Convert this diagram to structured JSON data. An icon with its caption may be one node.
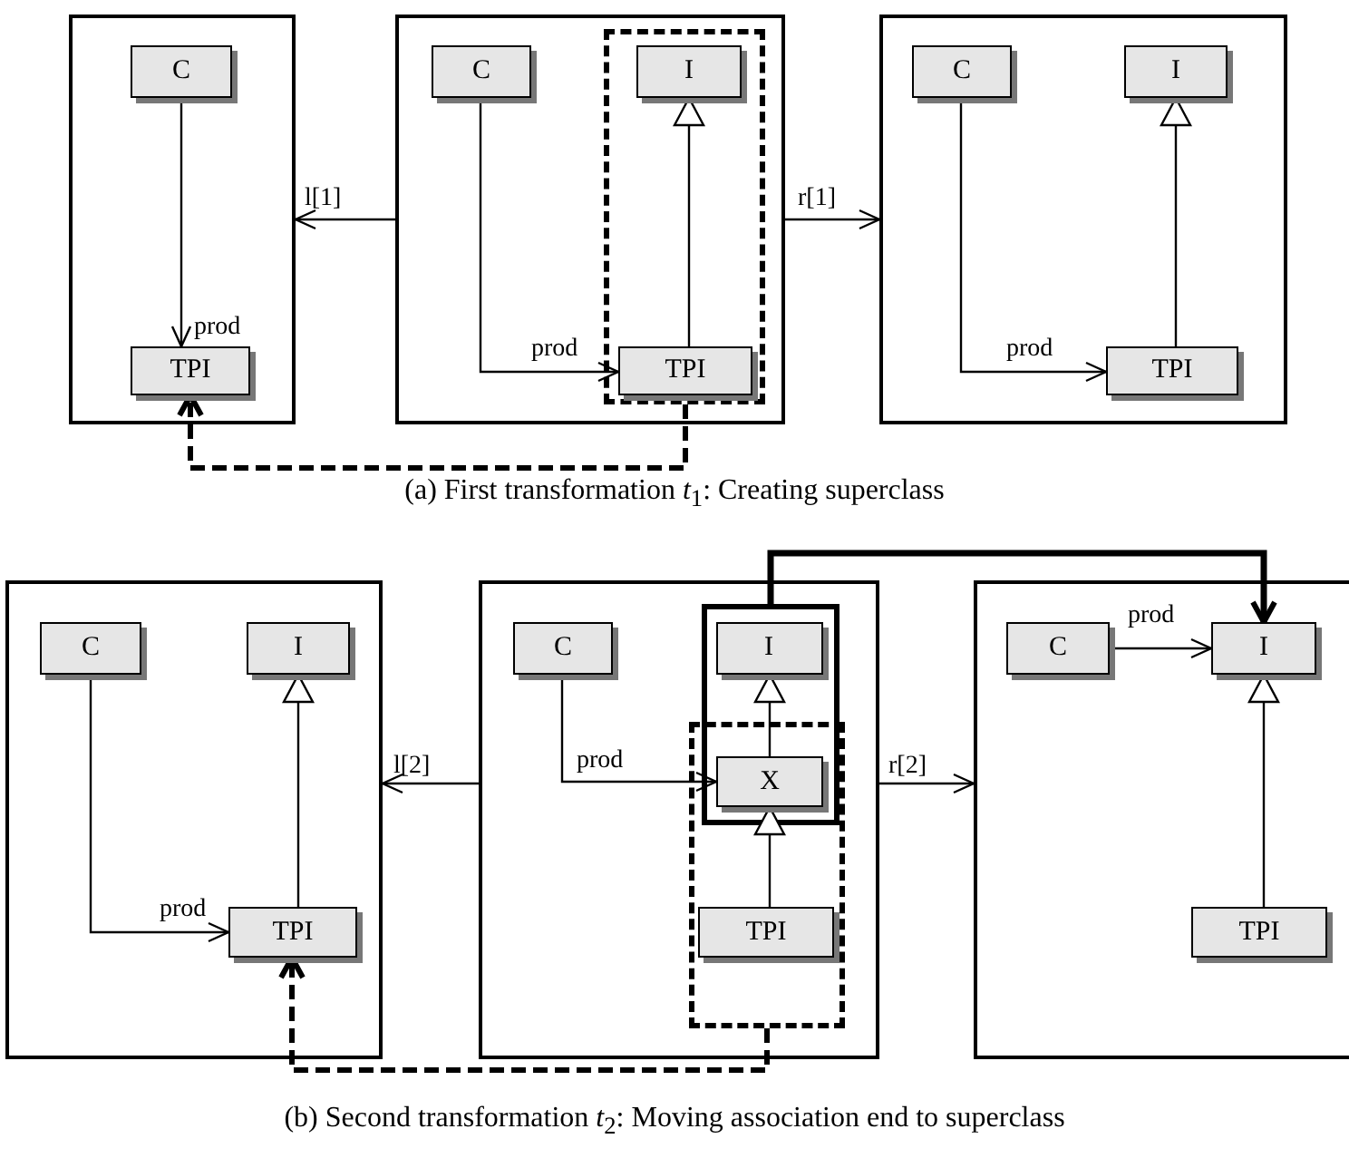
{
  "diagram": {
    "nodes": [
      {
        "text": [],
        "shape": "box"
      },
      {
        "text": [
          "C"
        ],
        "in": 0
      },
      {
        "text": [
          "TPI"
        ],
        "in": 0
      },
      {
        "text": [],
        "shape": "box"
      },
      {
        "text": [
          "C"
        ],
        "in": 3
      },
      {
        "text": [],
        "shape": "box",
        "in": 3
      },
      {
        "text": [
          "I"
        ],
        "in": 5
      },
      {
        "text": [
          "TPI"
        ],
        "in": 5
      },
      {
        "text": [],
        "shape": "box"
      },
      {
        "text": [
          "C"
        ],
        "in": 8
      },
      {
        "text": [
          "I"
        ],
        "in": 8
      },
      {
        "text": [
          "TPI"
        ],
        "in": 8
      },
      {
        "text": [],
        "shape": "box"
      },
      {
        "text": [
          "C"
        ],
        "in": 12
      },
      {
        "text": [
          "I"
        ],
        "in": 12
      },
      {
        "text": [
          "TPI"
        ],
        "in": 12
      },
      {
        "text": [],
        "shape": "box"
      },
      {
        "text": [
          "C"
        ],
        "in": 16
      },
      {
        "text": [],
        "shape": "box",
        "in": 16
      },
      {
        "text": [
          "I"
        ],
        "in": 18
      },
      {
        "text": [],
        "shape": "box",
        "in": 16
      },
      {
        "text": [
          "X"
        ]
      },
      {
        "text": [
          "TPI"
        ],
        "in": 20
      },
      {
        "text": [],
        "shape": "box"
      },
      {
        "text": [
          "C"
        ],
        "in": 23
      },
      {
        "text": [
          "I"
        ],
        "in": 23
      },
      {
        "text": [
          "TPI"
        ],
        "in": 23
      }
    ],
    "edges": [
      {
        "from": 1,
        "to": 2,
        "arrow": "to",
        "label": "prod"
      },
      {
        "from": 4,
        "to": 7,
        "arrow": "to",
        "label": "prod"
      },
      {
        "from": 7,
        "to": 6,
        "arrow": "to"
      },
      {
        "from": 3,
        "to": 0,
        "arrow": "to",
        "label": "l[1]"
      },
      {
        "from": 3,
        "to": 8,
        "arrow": "to",
        "label": "r[1]"
      },
      {
        "from": 5,
        "to": 2,
        "arrow": "to",
        "style": "dashed"
      },
      {
        "from": 9,
        "to": 11,
        "arrow": "to",
        "label": "prod"
      },
      {
        "from": 11,
        "to": 10,
        "arrow": "to"
      },
      {
        "from": 13,
        "to": 15,
        "arrow": "to",
        "label": "prod"
      },
      {
        "from": 15,
        "to": 14,
        "arrow": "to"
      },
      {
        "from": 16,
        "to": 12,
        "arrow": "to",
        "label": "l[2]"
      },
      {
        "from": 16,
        "to": 23,
        "arrow": "to",
        "label": "r[2]"
      },
      {
        "from": 17,
        "to": 21,
        "arrow": "to",
        "label": "prod"
      },
      {
        "from": 21,
        "to": 19,
        "arrow": "to"
      },
      {
        "from": 22,
        "to": 21,
        "arrow": "to"
      },
      {
        "from": 18,
        "to": 25,
        "arrow": "to",
        "style": "thick"
      },
      {
        "from": 20,
        "to": 15,
        "arrow": "to",
        "style": "dashed"
      },
      {
        "from": 24,
        "to": 25,
        "arrow": "to",
        "label": "prod"
      },
      {
        "from": 26,
        "to": 25,
        "arrow": "to"
      }
    ],
    "labels": [
      "(a) First transformation *t*$_{1}$: Creating superclass",
      "(b) Second transformation *t*$_{2}$: Moving association end to superclass"
    ]
  }
}
